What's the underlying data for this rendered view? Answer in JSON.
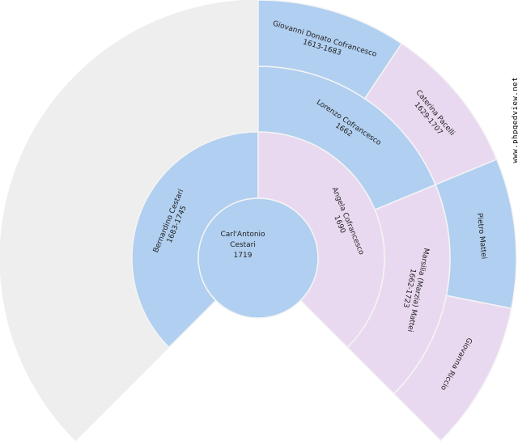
{
  "colors": {
    "male": "#b1cff0",
    "female": "#e9d9f0",
    "empty": "#eeeeee"
  },
  "root": {
    "lines": [
      "Carl'Antonio",
      "Cestari",
      "1719"
    ],
    "sex": "male"
  },
  "generations": [
    [
      {
        "lines": [
          "Bernardino Cestari",
          "1683-1745"
        ],
        "sex": "male"
      },
      {
        "lines": [
          "Angela Cofrancesco",
          "1690"
        ],
        "sex": "female"
      }
    ],
    [
      {
        "lines": [],
        "sex": "empty"
      },
      {
        "lines": [],
        "sex": "empty"
      },
      {
        "lines": [
          "Lorenzo Cofrancesco",
          "1662"
        ],
        "sex": "male"
      },
      {
        "lines": [
          "Marsilia (Marzia) Mattei",
          "1662-1723"
        ],
        "sex": "female"
      }
    ],
    [
      {
        "lines": [],
        "sex": "empty"
      },
      {
        "lines": [],
        "sex": "empty"
      },
      {
        "lines": [],
        "sex": "empty"
      },
      {
        "lines": [],
        "sex": "empty"
      },
      {
        "lines": [
          "Giovanni Donato Cofrancesco",
          "1613-1683"
        ],
        "sex": "male"
      },
      {
        "lines": [
          "Caterina Pacelli",
          "1629-1707"
        ],
        "sex": "female"
      },
      {
        "lines": [
          "Pietro Mattei"
        ],
        "sex": "male"
      },
      {
        "lines": [
          "Giovanna Riccio"
        ],
        "sex": "female"
      }
    ]
  ],
  "watermark": "www.phpgedview.net"
}
